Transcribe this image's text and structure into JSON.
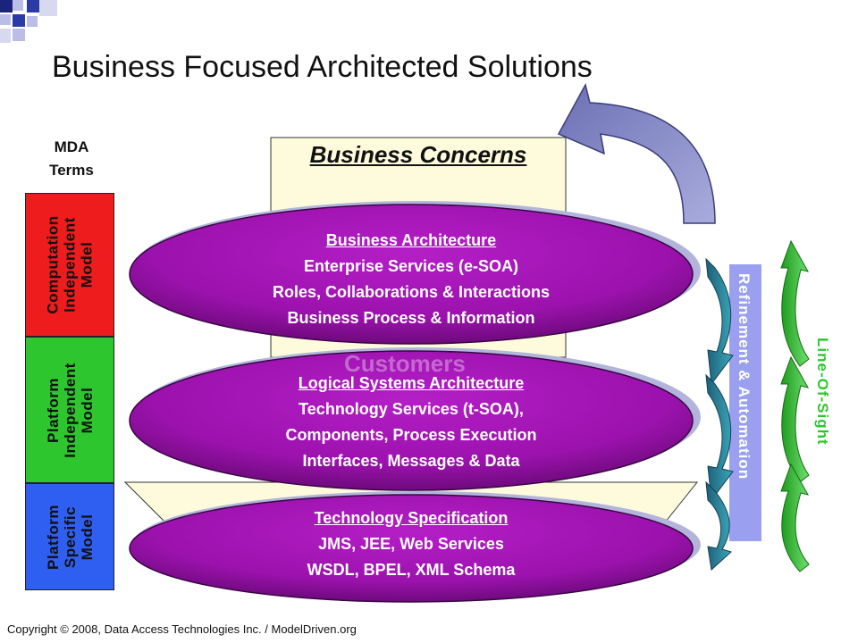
{
  "title": "Business Focused Architected Solutions",
  "mda_terms": "MDA\nTerms",
  "mda_models": [
    {
      "label": "Computation\nIndependent\nModel",
      "color": "#ee1c1c"
    },
    {
      "label": "Platform\nIndependent\nModel",
      "color": "#2ec62e"
    },
    {
      "label": "Platform\nSpecific\nModel",
      "color": "#2f5ff0"
    }
  ],
  "business_concerns": "Business Concerns",
  "customers_faded": "Customers",
  "layers": [
    {
      "heading": "Business Architecture",
      "lines": [
        "Enterprise Services (e-SOA)",
        "Roles, Collaborations & Interactions",
        "Business Process & Information"
      ]
    },
    {
      "heading": "Logical Systems Architecture",
      "lines": [
        "Technology Services (t-SOA),",
        "Components, Process Execution",
        "Interfaces, Messages & Data"
      ]
    },
    {
      "heading": "Technology Specification",
      "lines": [
        "JMS, JEE, Web Services",
        "WSDL, BPEL, XML Schema"
      ]
    }
  ],
  "refinement_label": "Refinement & Automation",
  "line_of_sight_label": "Line-Of-Sight",
  "copyright": "Copyright © 2008, Data Access Technologies Inc. / ModelDriven.org",
  "colors": {
    "ellipse": "#a414b4",
    "ellipse_dark": "#5a0a66",
    "concerns_bg": "#fdfbdc",
    "refinement_bg": "#9aa0ef",
    "refinement_text": "#ffffff",
    "line_of_sight_text": "#2ec62e",
    "teal_arrow": "#2b8fa0",
    "green_arrow": "#3cc83c",
    "big_arrow": "#8a8ec8"
  }
}
